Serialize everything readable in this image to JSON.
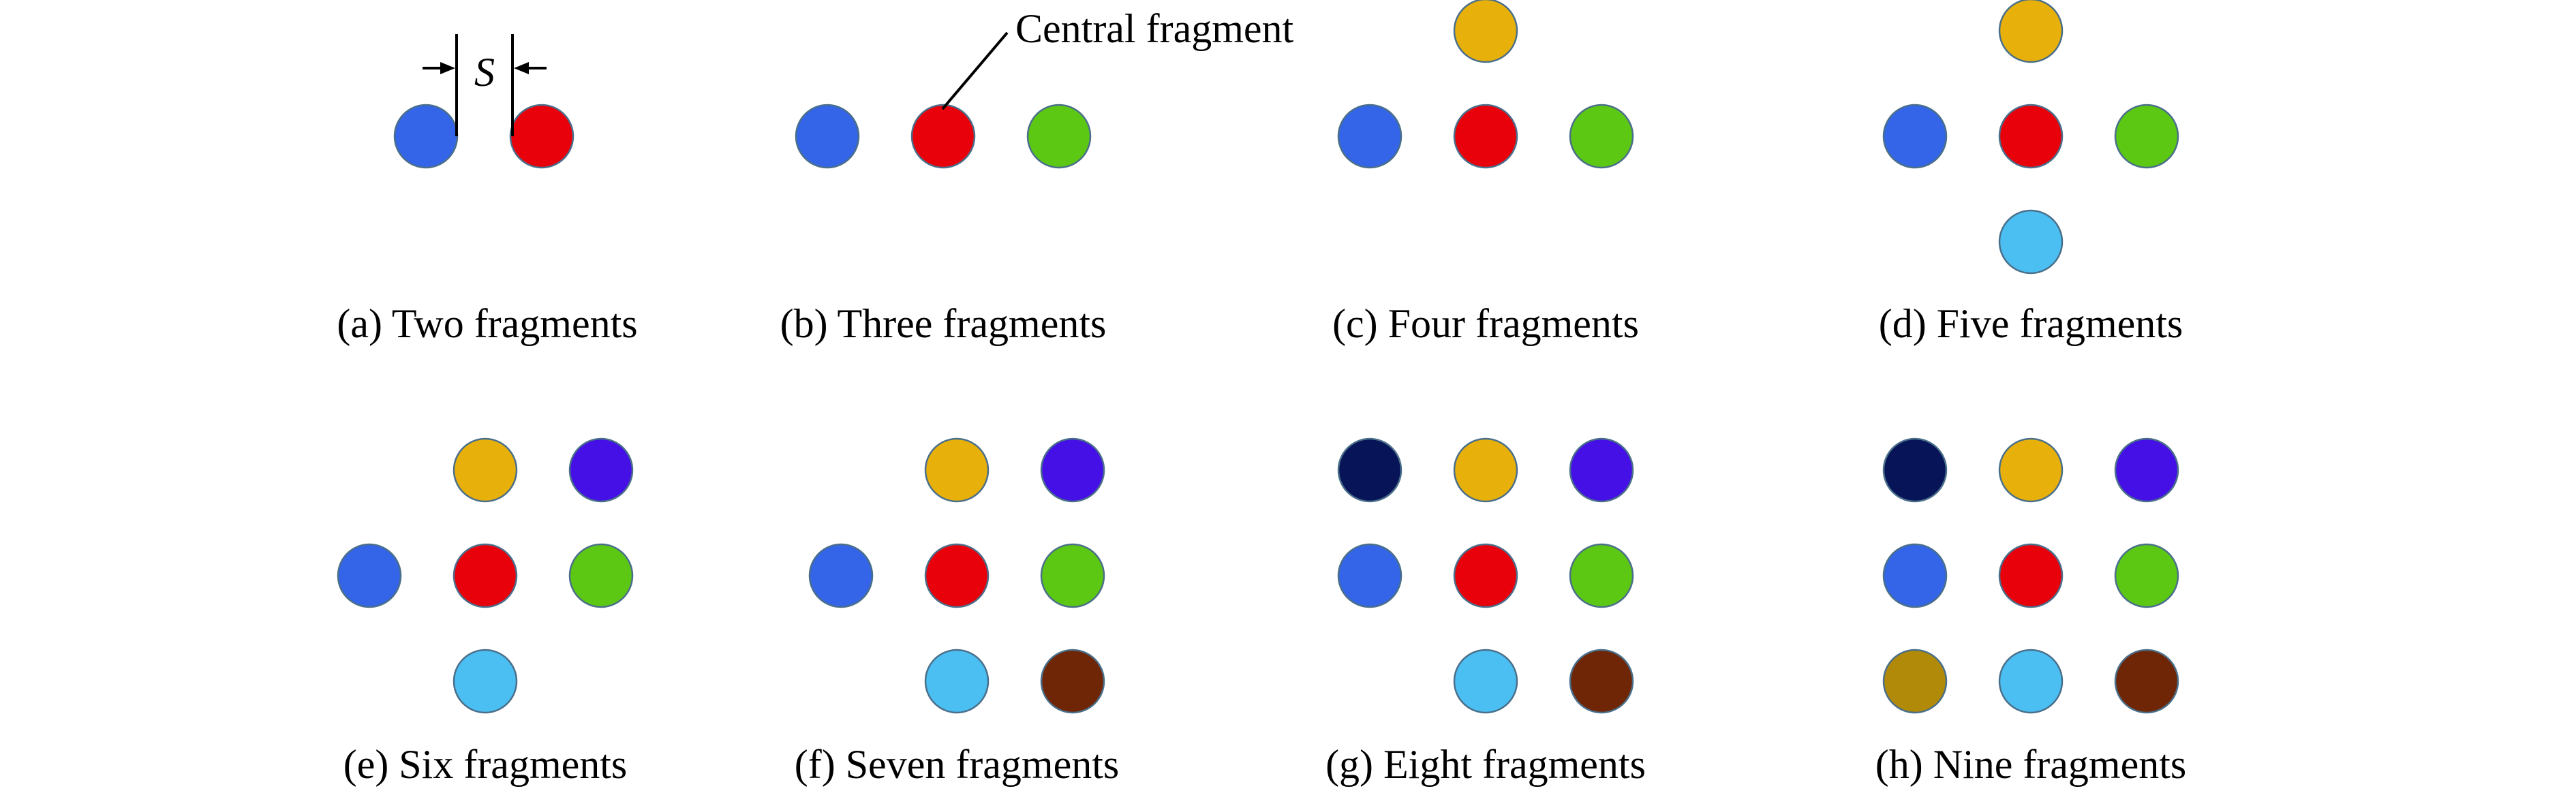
{
  "title": "",
  "callout_label": "Central fragment",
  "spacing_symbol": "S",
  "colors": {
    "blue": "#3464E8",
    "red": "#E8000B",
    "green": "#5CC814",
    "gold": "#E8B00A",
    "light_blue": "#4BBFF2",
    "purple": "#4410E6",
    "navy": "#081458",
    "brown": "#6E2606",
    "olive": "#B08A08"
  },
  "panels": [
    {
      "id": "a",
      "caption": "(a) Two fragments",
      "fragments": [
        {
          "col": -1,
          "row": 0,
          "color": "blue"
        },
        {
          "col": 0,
          "row": 0,
          "color": "red"
        }
      ]
    },
    {
      "id": "b",
      "caption": "(b) Three fragments",
      "fragments": [
        {
          "col": -1,
          "row": 0,
          "color": "blue"
        },
        {
          "col": 0,
          "row": 0,
          "color": "red"
        },
        {
          "col": 1,
          "row": 0,
          "color": "green"
        }
      ]
    },
    {
      "id": "c",
      "caption": "(c) Four fragments",
      "fragments": [
        {
          "col": 0,
          "row": -1,
          "color": "gold"
        },
        {
          "col": -1,
          "row": 0,
          "color": "blue"
        },
        {
          "col": 0,
          "row": 0,
          "color": "red"
        },
        {
          "col": 1,
          "row": 0,
          "color": "green"
        }
      ]
    },
    {
      "id": "d",
      "caption": "(d) Five fragments",
      "fragments": [
        {
          "col": 0,
          "row": -1,
          "color": "gold"
        },
        {
          "col": -1,
          "row": 0,
          "color": "blue"
        },
        {
          "col": 0,
          "row": 0,
          "color": "red"
        },
        {
          "col": 1,
          "row": 0,
          "color": "green"
        },
        {
          "col": 0,
          "row": 1,
          "color": "light_blue"
        }
      ]
    },
    {
      "id": "e",
      "caption": "(e) Six fragments",
      "fragments": [
        {
          "col": 0,
          "row": -1,
          "color": "gold"
        },
        {
          "col": 1,
          "row": -1,
          "color": "purple"
        },
        {
          "col": -1,
          "row": 0,
          "color": "blue"
        },
        {
          "col": 0,
          "row": 0,
          "color": "red"
        },
        {
          "col": 1,
          "row": 0,
          "color": "green"
        },
        {
          "col": 0,
          "row": 1,
          "color": "light_blue"
        }
      ]
    },
    {
      "id": "f",
      "caption": "(f) Seven fragments",
      "fragments": [
        {
          "col": 0,
          "row": -1,
          "color": "gold"
        },
        {
          "col": 1,
          "row": -1,
          "color": "purple"
        },
        {
          "col": -1,
          "row": 0,
          "color": "blue"
        },
        {
          "col": 0,
          "row": 0,
          "color": "red"
        },
        {
          "col": 1,
          "row": 0,
          "color": "green"
        },
        {
          "col": 0,
          "row": 1,
          "color": "light_blue"
        },
        {
          "col": 1,
          "row": 1,
          "color": "brown"
        }
      ]
    },
    {
      "id": "g",
      "caption": "(g) Eight fragments",
      "fragments": [
        {
          "col": -1,
          "row": -1,
          "color": "navy"
        },
        {
          "col": 0,
          "row": -1,
          "color": "gold"
        },
        {
          "col": 1,
          "row": -1,
          "color": "purple"
        },
        {
          "col": -1,
          "row": 0,
          "color": "blue"
        },
        {
          "col": 0,
          "row": 0,
          "color": "red"
        },
        {
          "col": 1,
          "row": 0,
          "color": "green"
        },
        {
          "col": 0,
          "row": 1,
          "color": "light_blue"
        },
        {
          "col": 1,
          "row": 1,
          "color": "brown"
        }
      ]
    },
    {
      "id": "h",
      "caption": "(h) Nine fragments",
      "fragments": [
        {
          "col": -1,
          "row": -1,
          "color": "navy"
        },
        {
          "col": 0,
          "row": -1,
          "color": "gold"
        },
        {
          "col": 1,
          "row": -1,
          "color": "purple"
        },
        {
          "col": -1,
          "row": 0,
          "color": "blue"
        },
        {
          "col": 0,
          "row": 0,
          "color": "red"
        },
        {
          "col": 1,
          "row": 0,
          "color": "green"
        },
        {
          "col": -1,
          "row": 1,
          "color": "olive"
        },
        {
          "col": 0,
          "row": 1,
          "color": "light_blue"
        },
        {
          "col": 1,
          "row": 1,
          "color": "brown"
        }
      ]
    }
  ]
}
